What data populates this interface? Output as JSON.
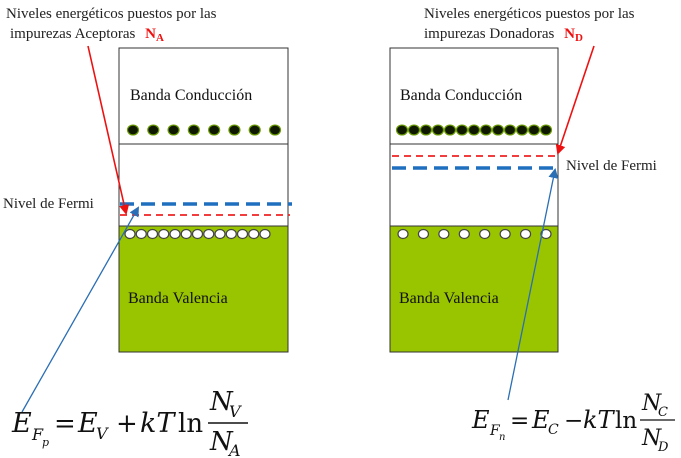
{
  "colors": {
    "valence": "#99c400",
    "fermi_line": "#1f6fbf",
    "impurity_line": "#ee2222",
    "arrow_red": "#ee1111",
    "arrow_blue": "#2a6eb5",
    "electron": "#101a00",
    "hole": "#ffffff"
  },
  "left": {
    "annotation_line1": "Niveles energéticos puestos por las",
    "annotation_line2": "impurezas Aceptoras",
    "impurity_symbol": "N",
    "impurity_sub": "A",
    "conduction_label": "Banda  Conducción",
    "valence_label": "Banda  Valencia",
    "fermi_label": "Nivel de Fermi",
    "electron_count": 8,
    "hole_count": 13,
    "equation": {
      "lhs_E": "E",
      "lhs_sub": "F",
      "lhs_subsub": "p",
      "eq": "=",
      "E": "E",
      "E_sub": "V",
      "plus": "+",
      "kT": "kT",
      "ln": "ln",
      "num": "N",
      "num_sub": "V",
      "den": "N",
      "den_sub": "A"
    }
  },
  "right": {
    "annotation_line1": "Niveles energéticos puestos por las",
    "annotation_line2": "impurezas Donadoras",
    "impurity_symbol": "N",
    "impurity_sub": "D",
    "conduction_label": "Banda  Conducción",
    "valence_label": "Banda  Valencia",
    "fermi_label": "Nivel de Fermi",
    "electron_count": 13,
    "hole_count": 8,
    "equation": {
      "lhs_E": "E",
      "lhs_sub": "F",
      "lhs_subsub": "n",
      "eq": "=",
      "E": "E",
      "E_sub": "C",
      "minus": "−",
      "kT": "kT",
      "ln": "ln",
      "num": "N",
      "num_sub": "C",
      "den": "N",
      "den_sub": "D"
    }
  }
}
